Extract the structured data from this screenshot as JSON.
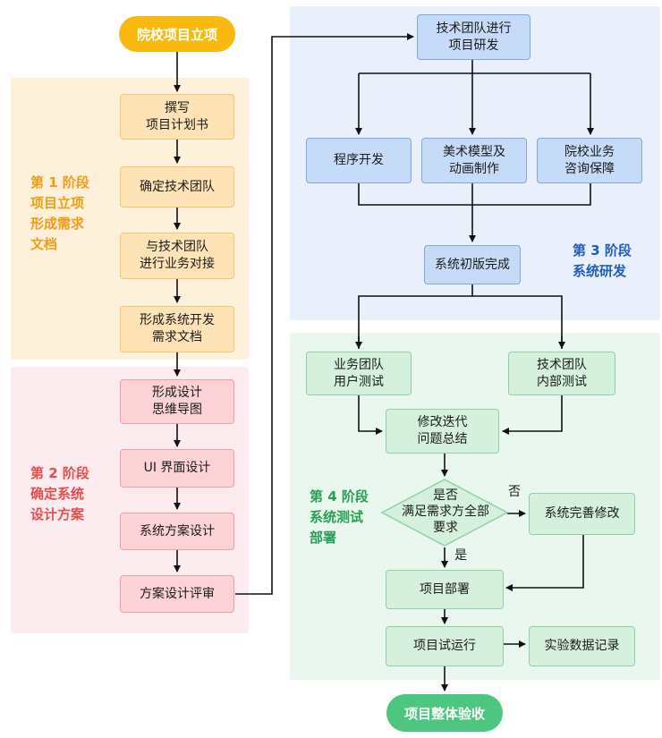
{
  "start": "院校项目立项",
  "end": "项目整体验收",
  "stage1": {
    "label": "第 1 阶段\n项目立项\n形成需求\n文档",
    "steps": [
      "撰写\n项目计划书",
      "确定技术团队",
      "与技术团队\n进行业务对接",
      "形成系统开发\n需求文档"
    ]
  },
  "stage2": {
    "label": "第 2 阶段\n确定系统\n设计方案",
    "steps": [
      "形成设计\n思维导图",
      "UI 界面设计",
      "系统方案设计",
      "方案设计评审"
    ]
  },
  "stage3": {
    "label": "第 3 阶段\n系统研发",
    "top": "技术团队进行\n项目研发",
    "branches": [
      "程序开发",
      "美术模型及\n动画制作",
      "院校业务\n咨询保障"
    ],
    "merge": "系统初版完成"
  },
  "stage4": {
    "label": "第 4 阶段\n系统测试\n部署",
    "tests": [
      "业务团队\n用户测试",
      "技术团队\n内部测试"
    ],
    "summary": "修改迭代\n问题总结",
    "decision": "是否\n满足需求方全部\n要求",
    "no_label": "否",
    "yes_label": "是",
    "fix": "系统完善修改",
    "deploy": "项目部署",
    "trial": "项目试运行",
    "record": "实验数据记录"
  }
}
